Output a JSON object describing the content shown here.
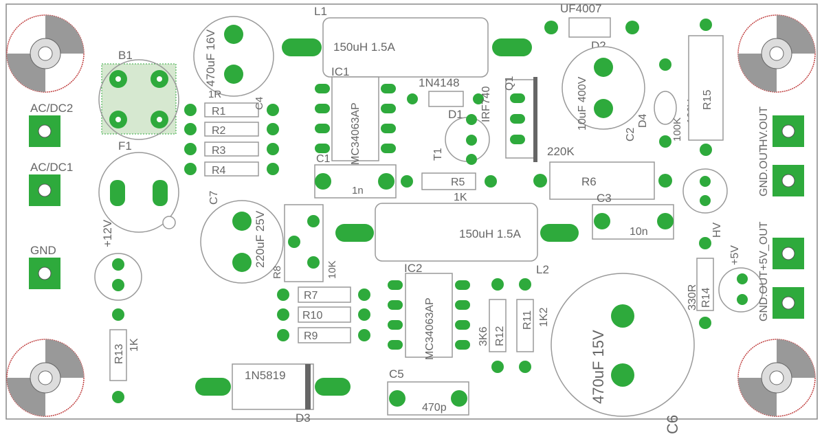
{
  "labels": {
    "l1": "L1",
    "l1_value": "150uH 1.5A",
    "l2": "L2",
    "l2_value": "150uH 1.5A",
    "uf4007": "UF4007",
    "d2": "D2",
    "b1": "B1",
    "f1": "F1",
    "acdc2": "AC/DC2",
    "acdc1": "AC/DC1",
    "gnd": "GND",
    "plus12v": "+12V",
    "c1": "C1",
    "c1_value": "1n",
    "c2": "C2",
    "c2_value": "10uF 400V",
    "c3": "C3",
    "c3_value": "10n",
    "c4": "C4",
    "c5": "C5",
    "c5_value": "470p",
    "c6": "C6",
    "c6_value": "470uF 15V",
    "c7": "C7",
    "c7_value": "220uF 25V",
    "c_top_value": "470uF 16V",
    "ic1": "IC1",
    "ic1_value": "MC34063AP",
    "ic2": "IC2",
    "ic2_value": "MC34063AP",
    "d1": "D1",
    "d1_value": "1N4148",
    "d3": "D3",
    "d3_value": "1N5819",
    "d4": "D4",
    "q1": "Q1",
    "q1_value": "IRF740",
    "t1": "T1",
    "r1": "R1",
    "r2": "R2",
    "r3": "R3",
    "r4": "R4",
    "r1r": "1R",
    "r5": "R5",
    "r5_value": "1K",
    "r6": "R6",
    "r6_value": "220K",
    "r7": "R7",
    "r8": "R8",
    "r8_value": "10K",
    "r9": "R9",
    "r10": "R10",
    "r11": "R11",
    "r11_value": "1K2",
    "r12": "R12",
    "r12_value": "3K6",
    "r13": "R13",
    "r13_value": "1K",
    "r14": "R14",
    "r14_value": "330R",
    "r15": "R15",
    "r15_value": "100K",
    "v100": "100V",
    "hv_out": "HV.OUT",
    "gnd_out": "GND.OUT",
    "hv": "HV",
    "plus5v": "+5V",
    "plus5v_out": "+5V_OUT",
    "gnd_out2": "GND.OUT"
  },
  "colors": {
    "pad": "#2eaa3c",
    "outline": "#888888",
    "label": "#666666",
    "mount_ring": "#c04040"
  }
}
